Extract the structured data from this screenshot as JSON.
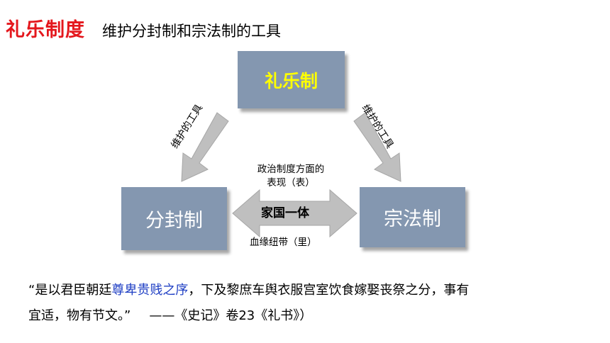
{
  "header": {
    "title": "礼乐制度",
    "subtitle": "维护分封制和宗法制的工具"
  },
  "diagram": {
    "top_box": "礼乐制",
    "left_box": "分封制",
    "right_box": "宗法制",
    "left_arrow_label": "维护的工具",
    "right_arrow_label": "维护的工具",
    "center_label": "家国一体",
    "top_caption_line1": "政治制度方面的",
    "top_caption_line2": "表现（表）",
    "bottom_caption": "血缘纽带（里）"
  },
  "quote": {
    "part1": "“是以君臣朝廷",
    "highlight": "尊卑贵贱之序",
    "part2": "，下及黎庶车舆衣服宫室饮食嫁娶丧祭之分，事有",
    "line2": "宜适，物有节文。”",
    "source": "——《史记》卷23《礼书》）"
  },
  "colors": {
    "title_red": "#e4171d",
    "box_fill": "#8497b0",
    "top_box_text": "#ffff00",
    "arrow_gray": "#bfbfbf",
    "highlight_blue": "#1f3fc4"
  }
}
